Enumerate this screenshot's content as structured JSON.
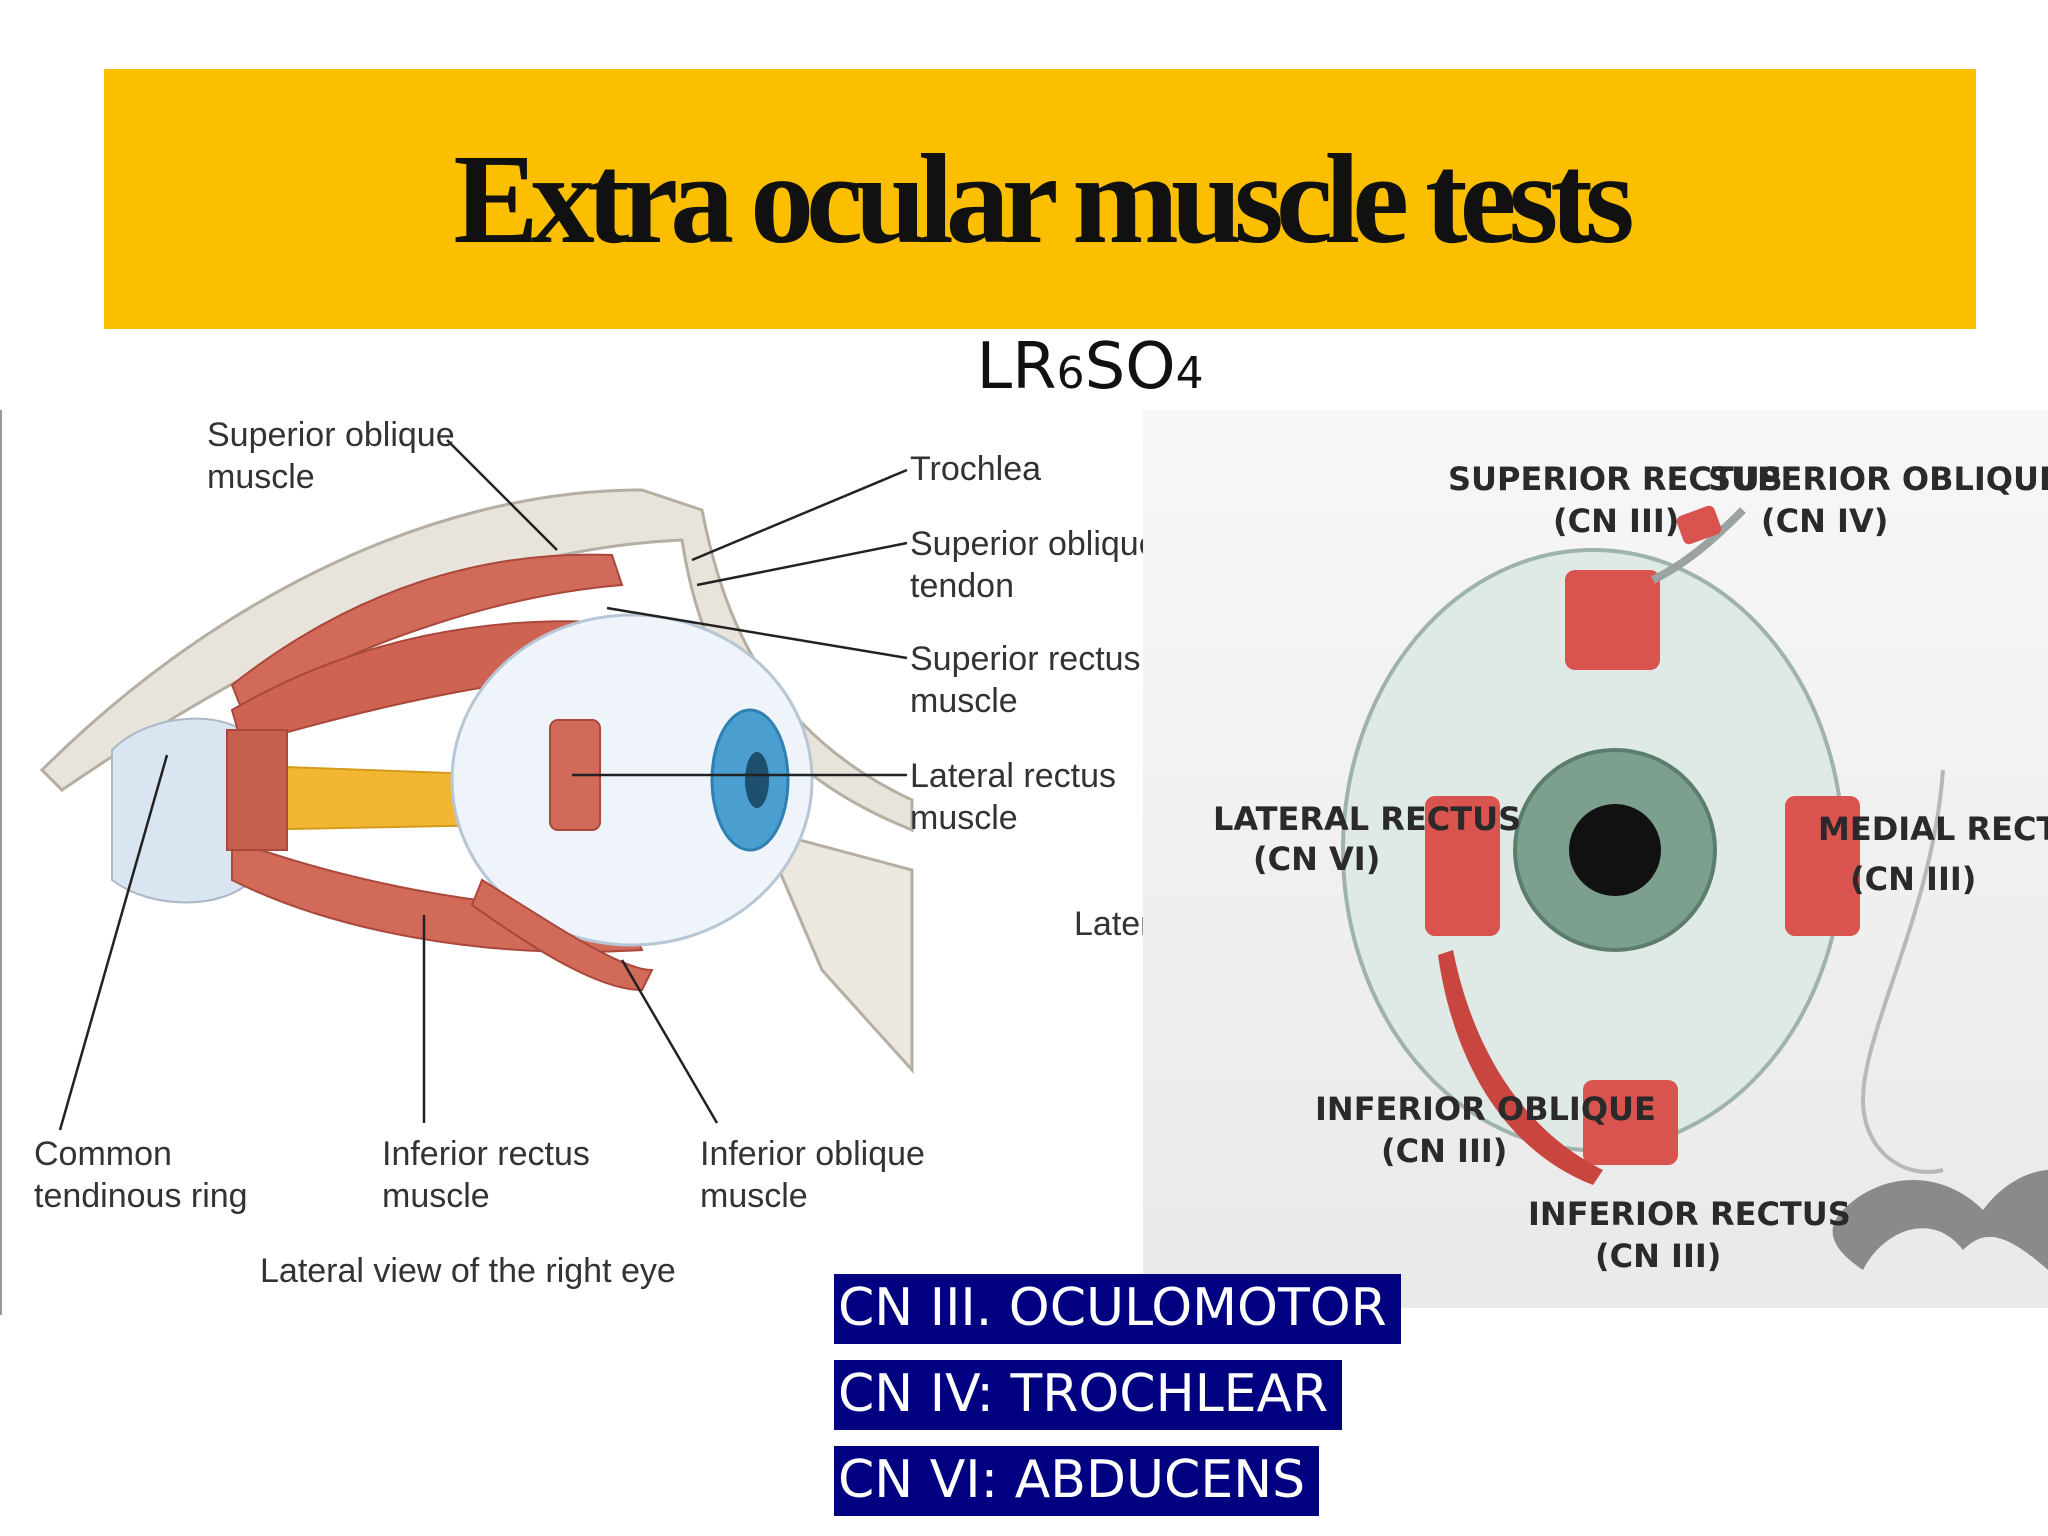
{
  "title": "Extra ocular muscle tests",
  "mnemonic": {
    "lr": "LR",
    "six": "6",
    "so": "SO",
    "four": "4"
  },
  "left_diagram": {
    "labels": {
      "superior_oblique_muscle": [
        "Superior oblique",
        "muscle"
      ],
      "trochlea": "Trochlea",
      "superior_oblique_tendon": [
        "Superior oblique",
        "tendon"
      ],
      "superior_rectus_muscle": [
        "Superior rectus",
        "muscle"
      ],
      "lateral_rectus_muscle": [
        "Lateral rectus",
        "muscle"
      ],
      "lateral_cut": "Latera",
      "common_tendinous_ring": [
        "Common",
        "tendinous ring"
      ],
      "inferior_rectus_muscle": [
        "Inferior rectus",
        "muscle"
      ],
      "inferior_oblique_muscle": [
        "Inferior oblique",
        "muscle"
      ],
      "caption": "Lateral view of the right eye"
    }
  },
  "right_diagram": {
    "labels": {
      "superior_rectus": [
        "SUPERIOR RECTUS",
        "(CN III)"
      ],
      "superior_oblique": [
        "SUPERIOR OBLIQUE",
        "(CN IV)"
      ],
      "lateral_rectus": [
        "LATERAL RECTUS",
        "(CN VI)"
      ],
      "medial_rectus": [
        "MEDIAL RECTUS",
        "(CN III)"
      ],
      "inferior_oblique": [
        "INFERIOR OBLIQUE",
        "(CN III)"
      ],
      "inferior_rectus": [
        "INFERIOR RECTUS",
        "(CN III)"
      ]
    }
  },
  "cranial_nerves": [
    "CN III. OCULOMOTOR",
    "CN IV: TROCHLEAR",
    "CN VI: ABDUCENS"
  ],
  "colors": {
    "banner": "#fbbf00",
    "nerve_box": "#000080",
    "muscle": "#d26a5a",
    "iris": "#4a9fd0"
  }
}
